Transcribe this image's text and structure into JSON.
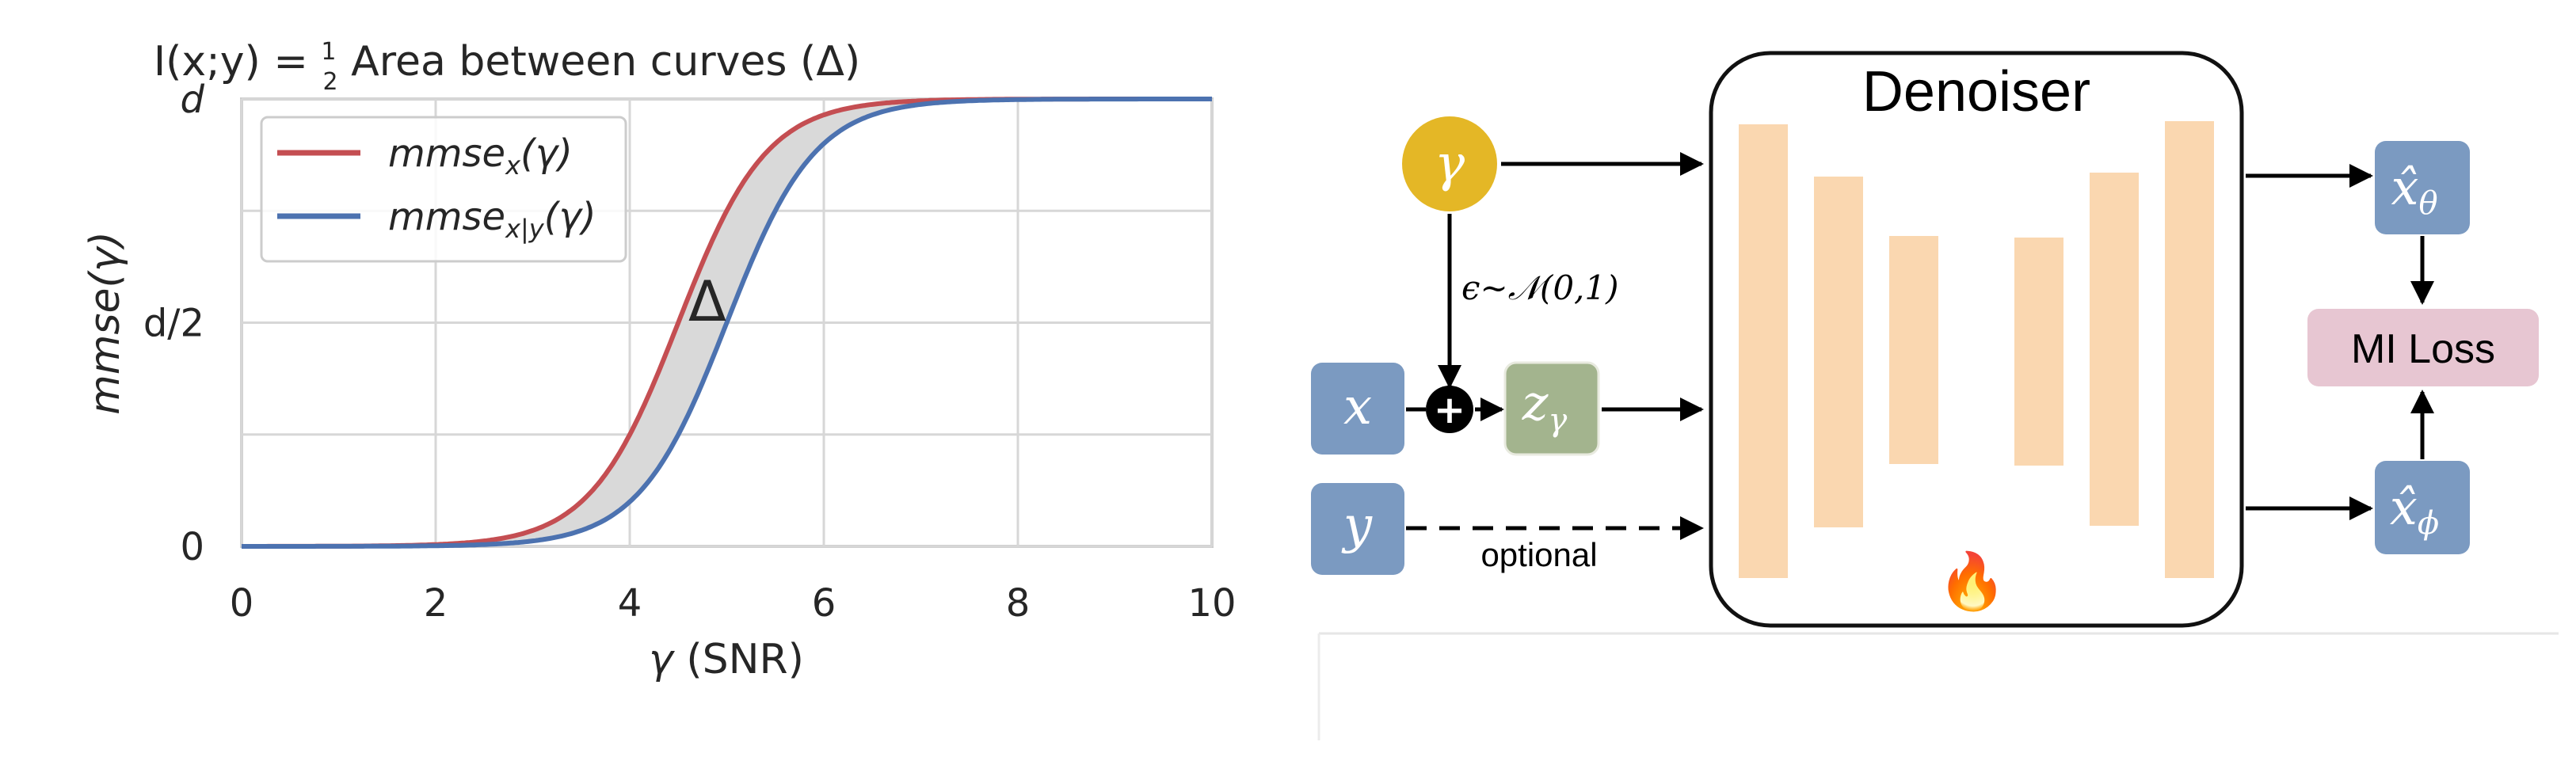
{
  "chart_data": {
    "type": "line",
    "title_prefix": "I(x;y) = ",
    "title_frac_num": "1",
    "title_frac_den": "2",
    "title_suffix": " Area between curves (Δ)",
    "xlabel_sym": "γ",
    "xlabel_rest": " (SNR)",
    "ylabel": "mmse(γ)",
    "xlim": [
      0,
      10
    ],
    "ylim": [
      0,
      1
    ],
    "x_ticks": [
      0,
      2,
      4,
      6,
      8,
      10
    ],
    "x_tick_labels": [
      "0",
      "2",
      "4",
      "6",
      "8",
      "10"
    ],
    "y_ticks": [
      0,
      0.5,
      1
    ],
    "y_tick_labels": [
      "0",
      "d/2",
      "d"
    ],
    "grid": true,
    "legend_position": "top-left",
    "area_label": "Δ",
    "series": [
      {
        "name": "mmse_x(γ)",
        "legend_main": "mmse",
        "legend_sub": "x",
        "legend_tail": "(γ)",
        "color": "#c44e52",
        "midpoint": 4.5,
        "steepness": 2.2
      },
      {
        "name": "mmse_x|y(γ)",
        "legend_main": "mmse",
        "legend_sub": "x|y",
        "legend_tail": "(γ)",
        "color": "#4c72b0",
        "midpoint": 5.0,
        "steepness": 2.2
      }
    ],
    "fill_color": "#d9d9d9"
  },
  "diagram": {
    "title": "Denoiser",
    "gamma_node": "γ",
    "x_node": "x",
    "y_node": "y",
    "z_node_main": "z",
    "z_node_sub": "γ",
    "noise_label": "ϵ∼𝒩(0,1)",
    "optional_label": "optional",
    "plus_symbol": "+",
    "fire_icon": "🔥",
    "xhat_theta_main": "x̂",
    "xhat_theta_sub": "θ",
    "xhat_phi_main": "x̂",
    "xhat_phi_sub": "ϕ",
    "loss_label": "MI Loss",
    "colors": {
      "gamma": "#e4b726",
      "blue_node": "#7b9ac1",
      "z_node": "#a3b48e",
      "unet_block": "#fad7b0",
      "loss": "#e7c6d2"
    }
  }
}
